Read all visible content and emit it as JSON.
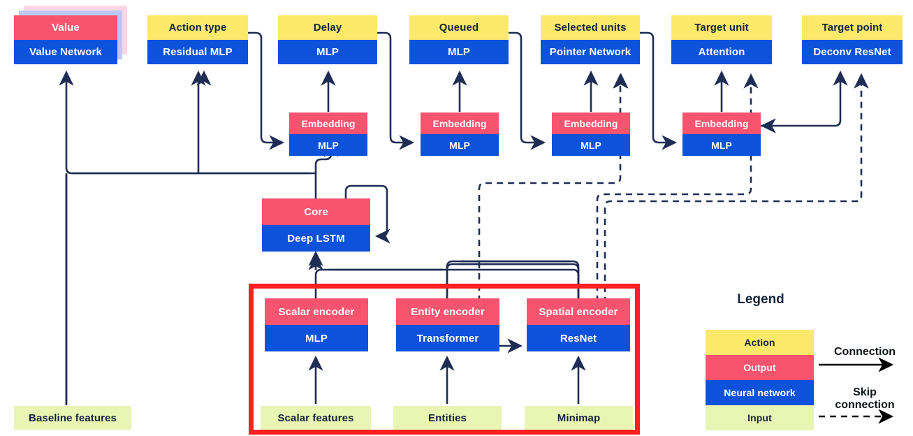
{
  "title": "AlphaStar agent architecture diagram",
  "colors": {
    "action": "#fbe96b",
    "output": "#f9546f",
    "neural_network": "#0d52db",
    "input": "#e9f5b3",
    "wire": "#1f2d55",
    "highlight_border": "#fd2020",
    "shadow_pink": "#fad7e2",
    "shadow_blue": "#bcc9f5",
    "text_dark": "#15243d"
  },
  "heads": [
    {
      "id": "value",
      "top": "Value",
      "bottom": "Value Network",
      "top_kind": "output",
      "stacked": true
    },
    {
      "id": "action-type",
      "top": "Action type",
      "bottom": "Residual MLP",
      "top_kind": "action",
      "stacked": false
    },
    {
      "id": "delay",
      "top": "Delay",
      "bottom": "MLP",
      "top_kind": "action",
      "stacked": false
    },
    {
      "id": "queued",
      "top": "Queued",
      "bottom": "MLP",
      "top_kind": "action",
      "stacked": false
    },
    {
      "id": "selected-units",
      "top": "Selected units",
      "bottom": "Pointer Network",
      "top_kind": "action",
      "stacked": false
    },
    {
      "id": "target-unit",
      "top": "Target unit",
      "bottom": "Attention",
      "top_kind": "action",
      "stacked": false
    },
    {
      "id": "target-point",
      "top": "Target point",
      "bottom": "Deconv ResNet",
      "top_kind": "action",
      "stacked": false
    }
  ],
  "embeddings": [
    {
      "id": "embedding-1",
      "top": "Embedding",
      "bottom": "MLP"
    },
    {
      "id": "embedding-2",
      "top": "Embedding",
      "bottom": "MLP"
    },
    {
      "id": "embedding-3",
      "top": "Embedding",
      "bottom": "MLP"
    },
    {
      "id": "embedding-4",
      "top": "Embedding",
      "bottom": "MLP"
    }
  ],
  "core": {
    "top": "Core",
    "bottom": "Deep LSTM"
  },
  "encoders": [
    {
      "id": "scalar-encoder",
      "top": "Scalar encoder",
      "bottom": "MLP"
    },
    {
      "id": "entity-encoder",
      "top": "Entity encoder",
      "bottom": "Transformer"
    },
    {
      "id": "spatial-encoder",
      "top": "Spatial encoder",
      "bottom": "ResNet"
    }
  ],
  "inputs": [
    {
      "id": "baseline-features",
      "label": "Baseline features"
    },
    {
      "id": "scalar-features",
      "label": "Scalar features"
    },
    {
      "id": "entities",
      "label": "Entities"
    },
    {
      "id": "minimap",
      "label": "Minimap"
    }
  ],
  "legend": {
    "title": "Legend",
    "swatches": [
      {
        "id": "legend-action",
        "label": "Action",
        "kind": "action"
      },
      {
        "id": "legend-output",
        "label": "Output",
        "kind": "output"
      },
      {
        "id": "legend-neural-network",
        "label": "Neural network",
        "kind": "net"
      },
      {
        "id": "legend-input",
        "label": "Input",
        "kind": "input"
      }
    ],
    "connection_label": "Connection",
    "skip_label_line1": "Skip",
    "skip_label_line2": "connection"
  }
}
